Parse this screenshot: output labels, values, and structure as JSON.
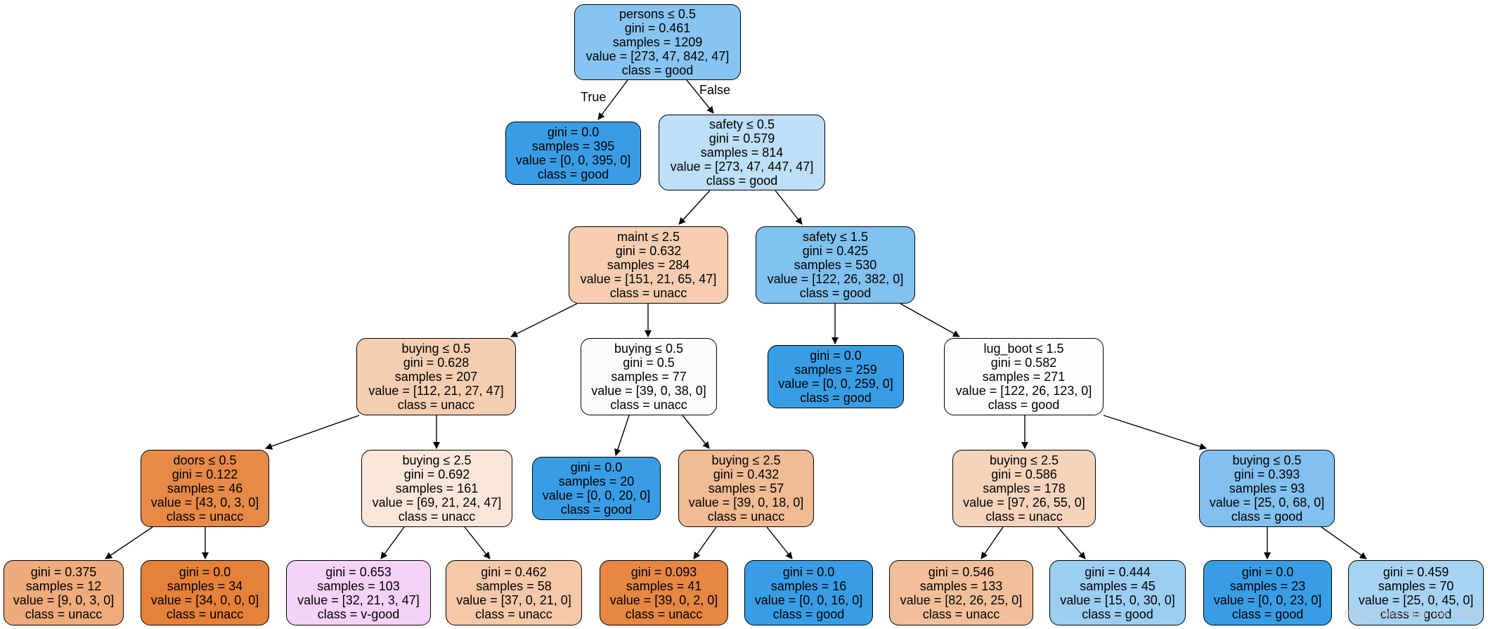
{
  "edge_labels": {
    "true_label": "True",
    "false_label": "False"
  },
  "watermark": "https://blog.csdn.net/...5620",
  "nodes": [
    {
      "lines": [
        "persons ≤ 0.5",
        "gini = 0.461",
        "samples = 1209",
        "value = [273, 47, 842, 47]",
        "class = good"
      ],
      "fill": "#88c4f1"
    },
    {
      "lines": [
        "gini = 0.0",
        "samples = 395",
        "value = [0, 0, 395, 0]",
        "class = good"
      ],
      "fill": "#399de5"
    },
    {
      "lines": [
        "safety ≤ 0.5",
        "gini = 0.579",
        "samples = 814",
        "value = [273, 47, 447, 47]",
        "class = good"
      ],
      "fill": "#bddff7"
    },
    {
      "lines": [
        "maint ≤ 2.5",
        "gini = 0.632",
        "samples = 284",
        "value = [151, 21, 65, 47]",
        "class = unacc"
      ],
      "fill": "#f6cdb0"
    },
    {
      "lines": [
        "safety ≤ 1.5",
        "gini = 0.425",
        "samples = 530",
        "value = [122, 26, 382, 0]",
        "class = good"
      ],
      "fill": "#81c1ef"
    },
    {
      "lines": [
        "buying ≤ 0.5",
        "gini = 0.628",
        "samples = 207",
        "value = [112, 21, 27, 47]",
        "class = unacc"
      ],
      "fill": "#f5cdb0"
    },
    {
      "lines": [
        "buying ≤ 0.5",
        "gini = 0.5",
        "samples = 77",
        "value = [39, 0, 38, 0]",
        "class = unacc"
      ],
      "fill": "#fefcfb"
    },
    {
      "lines": [
        "gini = 0.0",
        "samples = 259",
        "value = [0, 0, 259, 0]",
        "class = good"
      ],
      "fill": "#399de5"
    },
    {
      "lines": [
        "lug_boot ≤ 1.5",
        "gini = 0.582",
        "samples = 271",
        "value = [122, 26, 123, 0]",
        "class = good"
      ],
      "fill": "#fefeff"
    },
    {
      "lines": [
        "doors ≤ 0.5",
        "gini = 0.122",
        "samples = 46",
        "value = [43, 0, 3, 0]",
        "class = unacc"
      ],
      "fill": "#e78a47"
    },
    {
      "lines": [
        "buying ≤ 2.5",
        "gini = 0.692",
        "samples = 161",
        "value = [69, 21, 24, 47]",
        "class = unacc"
      ],
      "fill": "#fbe7da"
    },
    {
      "lines": [
        "gini = 0.0",
        "samples = 20",
        "value = [0, 0, 20, 0]",
        "class = good"
      ],
      "fill": "#399de5"
    },
    {
      "lines": [
        "buying ≤ 2.5",
        "gini = 0.432",
        "samples = 57",
        "value = [39, 0, 18, 0]",
        "class = unacc"
      ],
      "fill": "#f1bb94"
    },
    {
      "lines": [
        "buying ≤ 2.5",
        "gini = 0.586",
        "samples = 178",
        "value = [97, 26, 55, 0]",
        "class = unacc"
      ],
      "fill": "#f6d4bc"
    },
    {
      "lines": [
        "buying ≤ 0.5",
        "gini = 0.393",
        "samples = 93",
        "value = [25, 0, 68, 0]",
        "class = good"
      ],
      "fill": "#82c1ef"
    },
    {
      "lines": [
        "gini = 0.375",
        "samples = 12",
        "value = [9, 0, 3, 0]",
        "class = unacc"
      ],
      "fill": "#eeab7b"
    },
    {
      "lines": [
        "gini = 0.0",
        "samples = 34",
        "value = [34, 0, 0, 0]",
        "class = unacc"
      ],
      "fill": "#e58139"
    },
    {
      "lines": [
        "gini = 0.653",
        "samples = 103",
        "value = [32, 21, 3, 47]",
        "class = v-good"
      ],
      "fill": "#f5d2f8"
    },
    {
      "lines": [
        "gini = 0.462",
        "samples = 58",
        "value = [37, 0, 21, 0]",
        "class = unacc"
      ],
      "fill": "#f4c8a9"
    },
    {
      "lines": [
        "gini = 0.093",
        "samples = 41",
        "value = [39, 0, 2, 0]",
        "class = unacc"
      ],
      "fill": "#e68743"
    },
    {
      "lines": [
        "gini = 0.0",
        "samples = 16",
        "value = [0, 0, 16, 0]",
        "class = good"
      ],
      "fill": "#399de5"
    },
    {
      "lines": [
        "gini = 0.546",
        "samples = 133",
        "value = [82, 26, 25, 0]",
        "class = unacc"
      ],
      "fill": "#f2bf9a"
    },
    {
      "lines": [
        "gini = 0.444",
        "samples = 45",
        "value = [15, 0, 30, 0]",
        "class = good"
      ],
      "fill": "#9ccef2"
    },
    {
      "lines": [
        "gini = 0.0",
        "samples = 23",
        "value = [0, 0, 23, 0]",
        "class = good"
      ],
      "fill": "#399de5"
    },
    {
      "lines": [
        "gini = 0.459",
        "samples = 70",
        "value = [25, 0, 45, 0]",
        "class = good"
      ],
      "fill": "#a7d3f3"
    }
  ]
}
